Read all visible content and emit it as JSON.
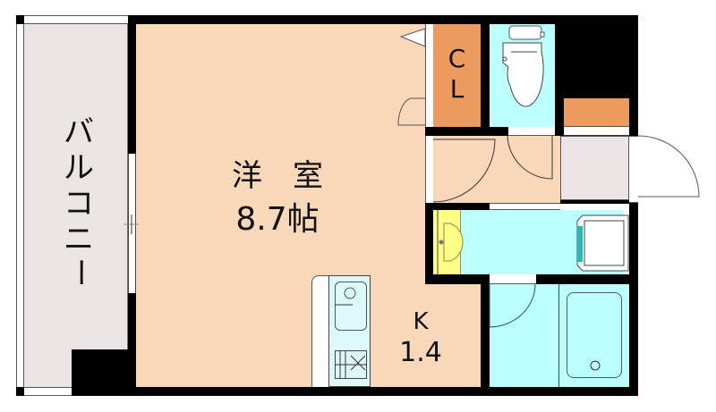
{
  "floor_plan": {
    "rooms": {
      "western_room": {
        "name": "洋　室",
        "size": "8.7帖"
      },
      "kitchen": {
        "name": "K",
        "size": "1.4"
      },
      "closet": {
        "line1": "C",
        "line2": "L"
      },
      "balcony": {
        "chars": [
          "バ",
          "ル",
          "コ",
          "ニ",
          "ー"
        ]
      }
    },
    "colors": {
      "room_floor": "#F8D8B8",
      "balcony_floor": "#EAE4E4",
      "wet_area": "#BBFFFF",
      "closet": "#EC9A5E",
      "entrance": "#EAE4E4",
      "vanity": "#FFFF88",
      "wall": "#000000"
    }
  }
}
